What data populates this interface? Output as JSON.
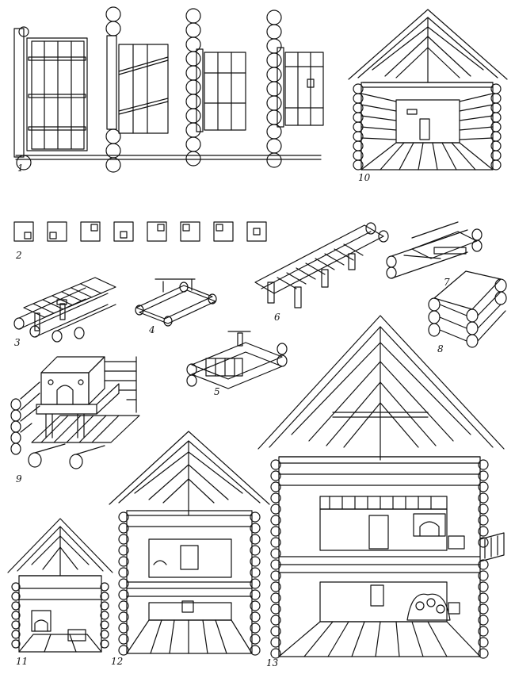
{
  "plate": {
    "figures": [
      {
        "id": "fig-1",
        "label": "1",
        "subject": "door-elevations-in-log-wall"
      },
      {
        "id": "fig-2",
        "label": "2",
        "subject": "stove-placement-plans"
      },
      {
        "id": "fig-3",
        "label": "3",
        "subject": "floor-framing-on-log-piles"
      },
      {
        "id": "fig-4",
        "label": "4",
        "subject": "small-log-frame-with-posts"
      },
      {
        "id": "fig-5",
        "label": "5",
        "subject": "log-frame-with-board-walls"
      },
      {
        "id": "fig-6",
        "label": "6",
        "subject": "long-beam-floor-on-posts"
      },
      {
        "id": "fig-7",
        "label": "7",
        "subject": "log-crib-with-crossbeams"
      },
      {
        "id": "fig-8",
        "label": "8",
        "subject": "stacked-log-crib"
      },
      {
        "id": "fig-9",
        "label": "9",
        "subject": "stove-on-platform-in-log-corner"
      },
      {
        "id": "fig-10",
        "label": "10",
        "subject": "hut-section-under-gable-roof"
      },
      {
        "id": "fig-11",
        "label": "11",
        "subject": "small-hut-section"
      },
      {
        "id": "fig-12",
        "label": "12",
        "subject": "two-storey-house-section"
      },
      {
        "id": "fig-13",
        "label": "13",
        "subject": "large-two-storey-house-section"
      }
    ],
    "colors": {
      "ink": "#111111",
      "paper": "#ffffff"
    }
  }
}
